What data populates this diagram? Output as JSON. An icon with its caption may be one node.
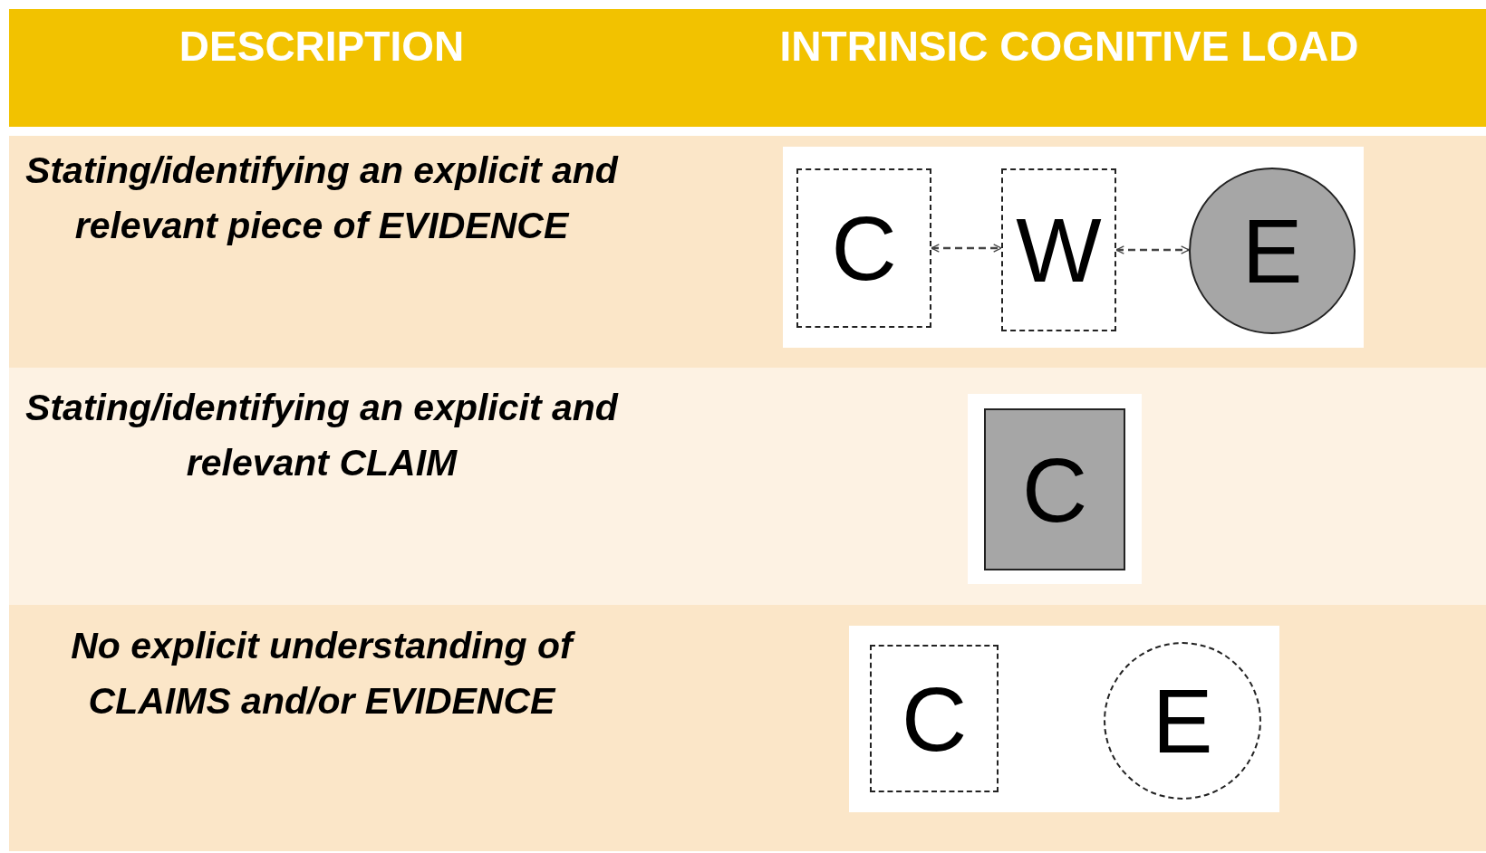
{
  "diagram": {
    "nodes": [
      {
        "text": [
          "C"
        ]
      },
      {
        "text": [
          "W"
        ]
      },
      {
        "text": [
          "E"
        ]
      },
      {
        "text": [
          "C"
        ]
      },
      {
        "text": [
          "C"
        ]
      },
      {
        "text": [
          "E"
        ]
      }
    ],
    "edges": [
      {
        "from": 0,
        "to": 1,
        "arrow": "both",
        "style": "dashed"
      },
      {
        "from": 1,
        "to": 2,
        "arrow": "both",
        "style": "dashed"
      }
    ],
    "labels": [
      "DESCRIPTION",
      "INTRINSIC COGNITIVE LOAD",
      "Stating/identifying an explicit and relevant piece of EVIDENCE",
      "Stating/identifying an explicit and relevant CLAIM",
      "No explicit understanding of CLAIMS and/or EVIDENCE"
    ]
  }
}
